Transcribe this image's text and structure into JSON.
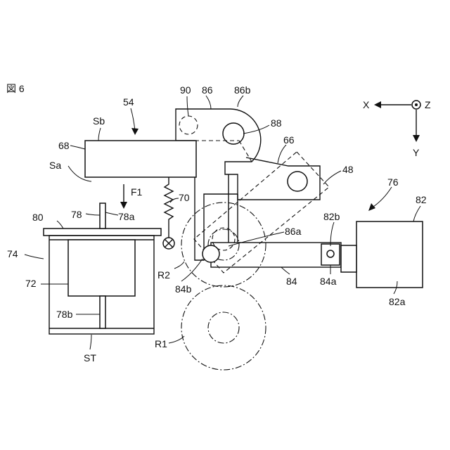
{
  "figure_title": "図 6",
  "axes": {
    "x": "X",
    "y": "Y",
    "z": "Z"
  },
  "force": "F1",
  "labels": {
    "l54": "54",
    "l86": "86",
    "l86b": "86b",
    "l90": "90",
    "l88": "88",
    "l66": "66",
    "l48": "48",
    "l76": "76",
    "l82": "82",
    "l82b": "82b",
    "l82a": "82a",
    "l86a": "86a",
    "l84": "84",
    "l84a": "84a",
    "l84b": "84b",
    "lR1": "R1",
    "lR2": "R2",
    "lSb": "Sb",
    "l68": "68",
    "lSa": "Sa",
    "l70": "70",
    "l78": "78",
    "l78a": "78a",
    "l80": "80",
    "l74": "74",
    "l72": "72",
    "l78b": "78b",
    "lST": "ST"
  }
}
